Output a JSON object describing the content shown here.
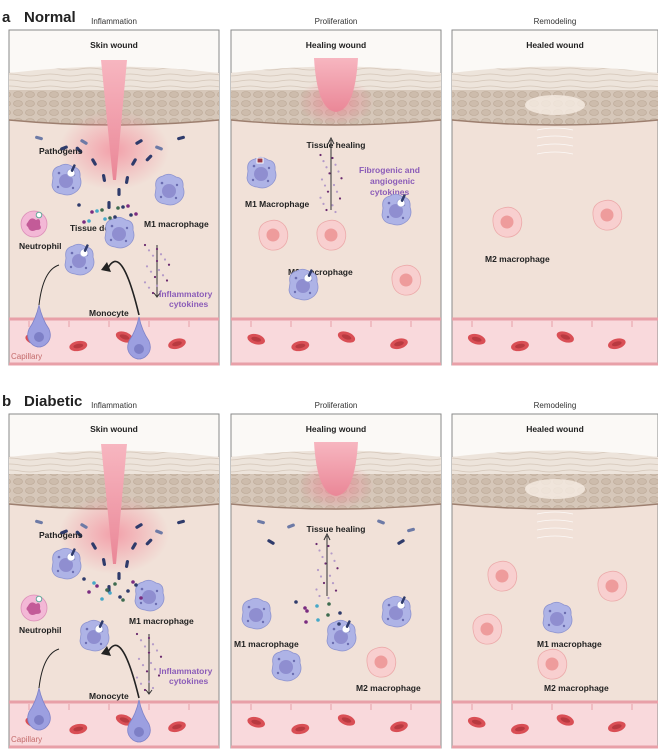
{
  "sections": [
    {
      "letter": "a",
      "title": "Normal",
      "phases": [
        "Inflammation",
        "Proliferation",
        "Remodeling"
      ],
      "p1": {
        "wound": "Skin wound",
        "pathogens": "Pathogens",
        "neutrophil": "Neutrophil",
        "debris": "Tissue debris",
        "m1": "M1 macrophage",
        "monocyte": "Monocyte",
        "cyt1": "Inflammatory",
        "cyt2": "cytokines",
        "capillary": "Capillary"
      },
      "p2": {
        "wound": "Healing wound",
        "healing": "Tissue healing",
        "m1": "M1 Macrophage",
        "fib1": "Fibrogenic and",
        "fib2": "angiogenic",
        "fib3": "cytokines",
        "m2": "M2 macrophage"
      },
      "p3": {
        "wound": "Healed wound",
        "m2": "M2 macrophage"
      }
    },
    {
      "letter": "b",
      "title": "Diabetic",
      "phases": [
        "Inflammation",
        "Proliferation",
        "Remodeling"
      ],
      "p1": {
        "wound": "Skin wound",
        "pathogens": "Pathogens",
        "neutrophil": "Neutrophil",
        "m1": "M1 macrophage",
        "monocyte": "Monocyte",
        "cyt1": "Inflammatory",
        "cyt2": "cytokines",
        "capillary": "Capillary"
      },
      "p2": {
        "wound": "Healing wound",
        "healing": "Tissue healing",
        "m1": "M1 macrophage",
        "m2": "M2 macrophage"
      },
      "p3": {
        "wound": "Healed wound",
        "m1": "M1 macrophage",
        "m2": "M2 macrophage"
      }
    }
  ]
}
